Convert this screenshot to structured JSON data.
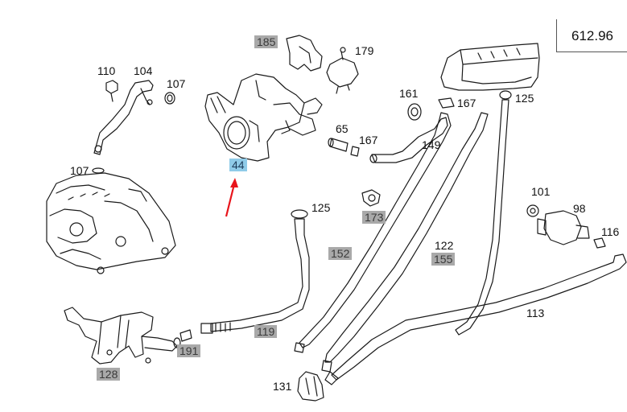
{
  "document_number": "612.96",
  "highlighted_part": "44",
  "part_labels": {
    "p185": "185",
    "p179": "179",
    "p110": "110",
    "p104": "104",
    "p107a": "107",
    "p107b": "107",
    "p44": "44",
    "p65": "65",
    "p167a": "167",
    "p161": "161",
    "p167b": "167",
    "p149": "149",
    "p125a": "125",
    "p173": "173",
    "p125b": "125",
    "p152": "152",
    "p122": "122",
    "p155": "155",
    "p101": "101",
    "p98": "98",
    "p116": "116",
    "p113": "113",
    "p119": "119",
    "p128": "128",
    "p191": "191",
    "p131": "131"
  },
  "colors": {
    "highlight": "#8fcbe8",
    "gray_label": "#a9a9a9",
    "arrow": "#e8141b",
    "line": "#1a1a1a"
  }
}
